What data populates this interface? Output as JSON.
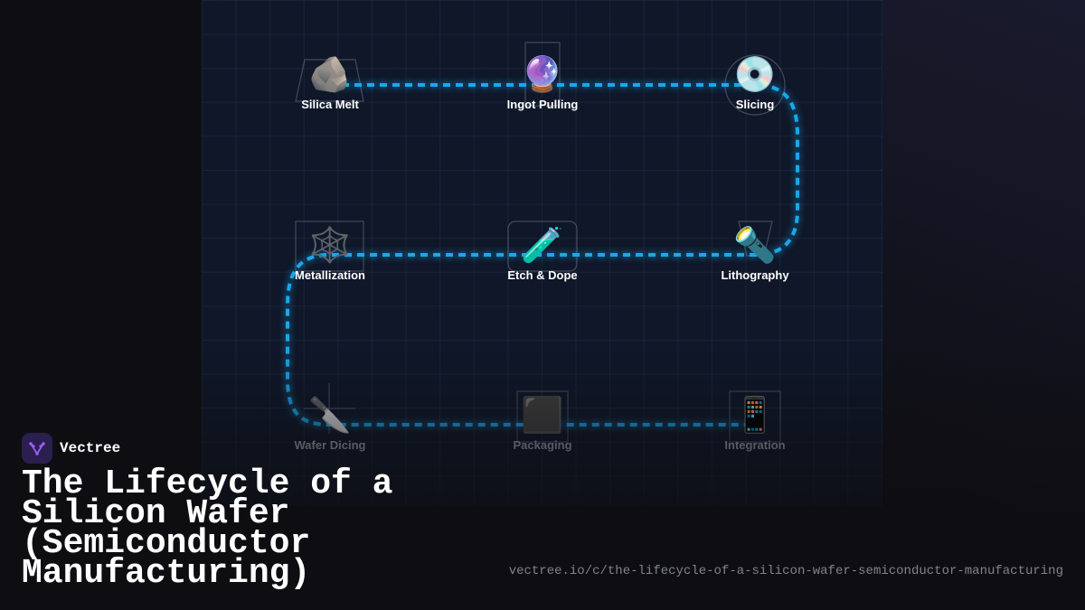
{
  "brand": {
    "name": "Vectree",
    "logo_icon": "vectree-logo-icon",
    "logo_color": "#9b5cff"
  },
  "title": "The Lifecycle of a Silicon Wafer (Semiconductor Manufacturing)",
  "url": "vectree.io/c/the-lifecycle-of-a-silicon-wafer-semiconductor-manufacturing",
  "colors": {
    "path": "#1aa7ec",
    "panel": "#0f1729",
    "background": "#0e0e12"
  },
  "steps": [
    {
      "label": "Silica Melt",
      "emoji": "🪨",
      "icon": "rock-icon"
    },
    {
      "label": "Ingot Pulling",
      "emoji": "🔮",
      "icon": "crystal-ball-icon"
    },
    {
      "label": "Slicing",
      "emoji": "💿",
      "icon": "disc-icon"
    },
    {
      "label": "Lithography",
      "emoji": "🔦",
      "icon": "flashlight-icon"
    },
    {
      "label": "Etch & Dope",
      "emoji": "🧪",
      "icon": "test-tube-icon"
    },
    {
      "label": "Metallization",
      "emoji": "🕸️",
      "icon": "web-icon"
    },
    {
      "label": "Wafer Dicing",
      "emoji": "🔪",
      "icon": "knife-icon"
    },
    {
      "label": "Packaging",
      "emoji": "⬛",
      "icon": "black-square-icon"
    },
    {
      "label": "Integration",
      "emoji": "📱",
      "icon": "phone-icon"
    }
  ]
}
